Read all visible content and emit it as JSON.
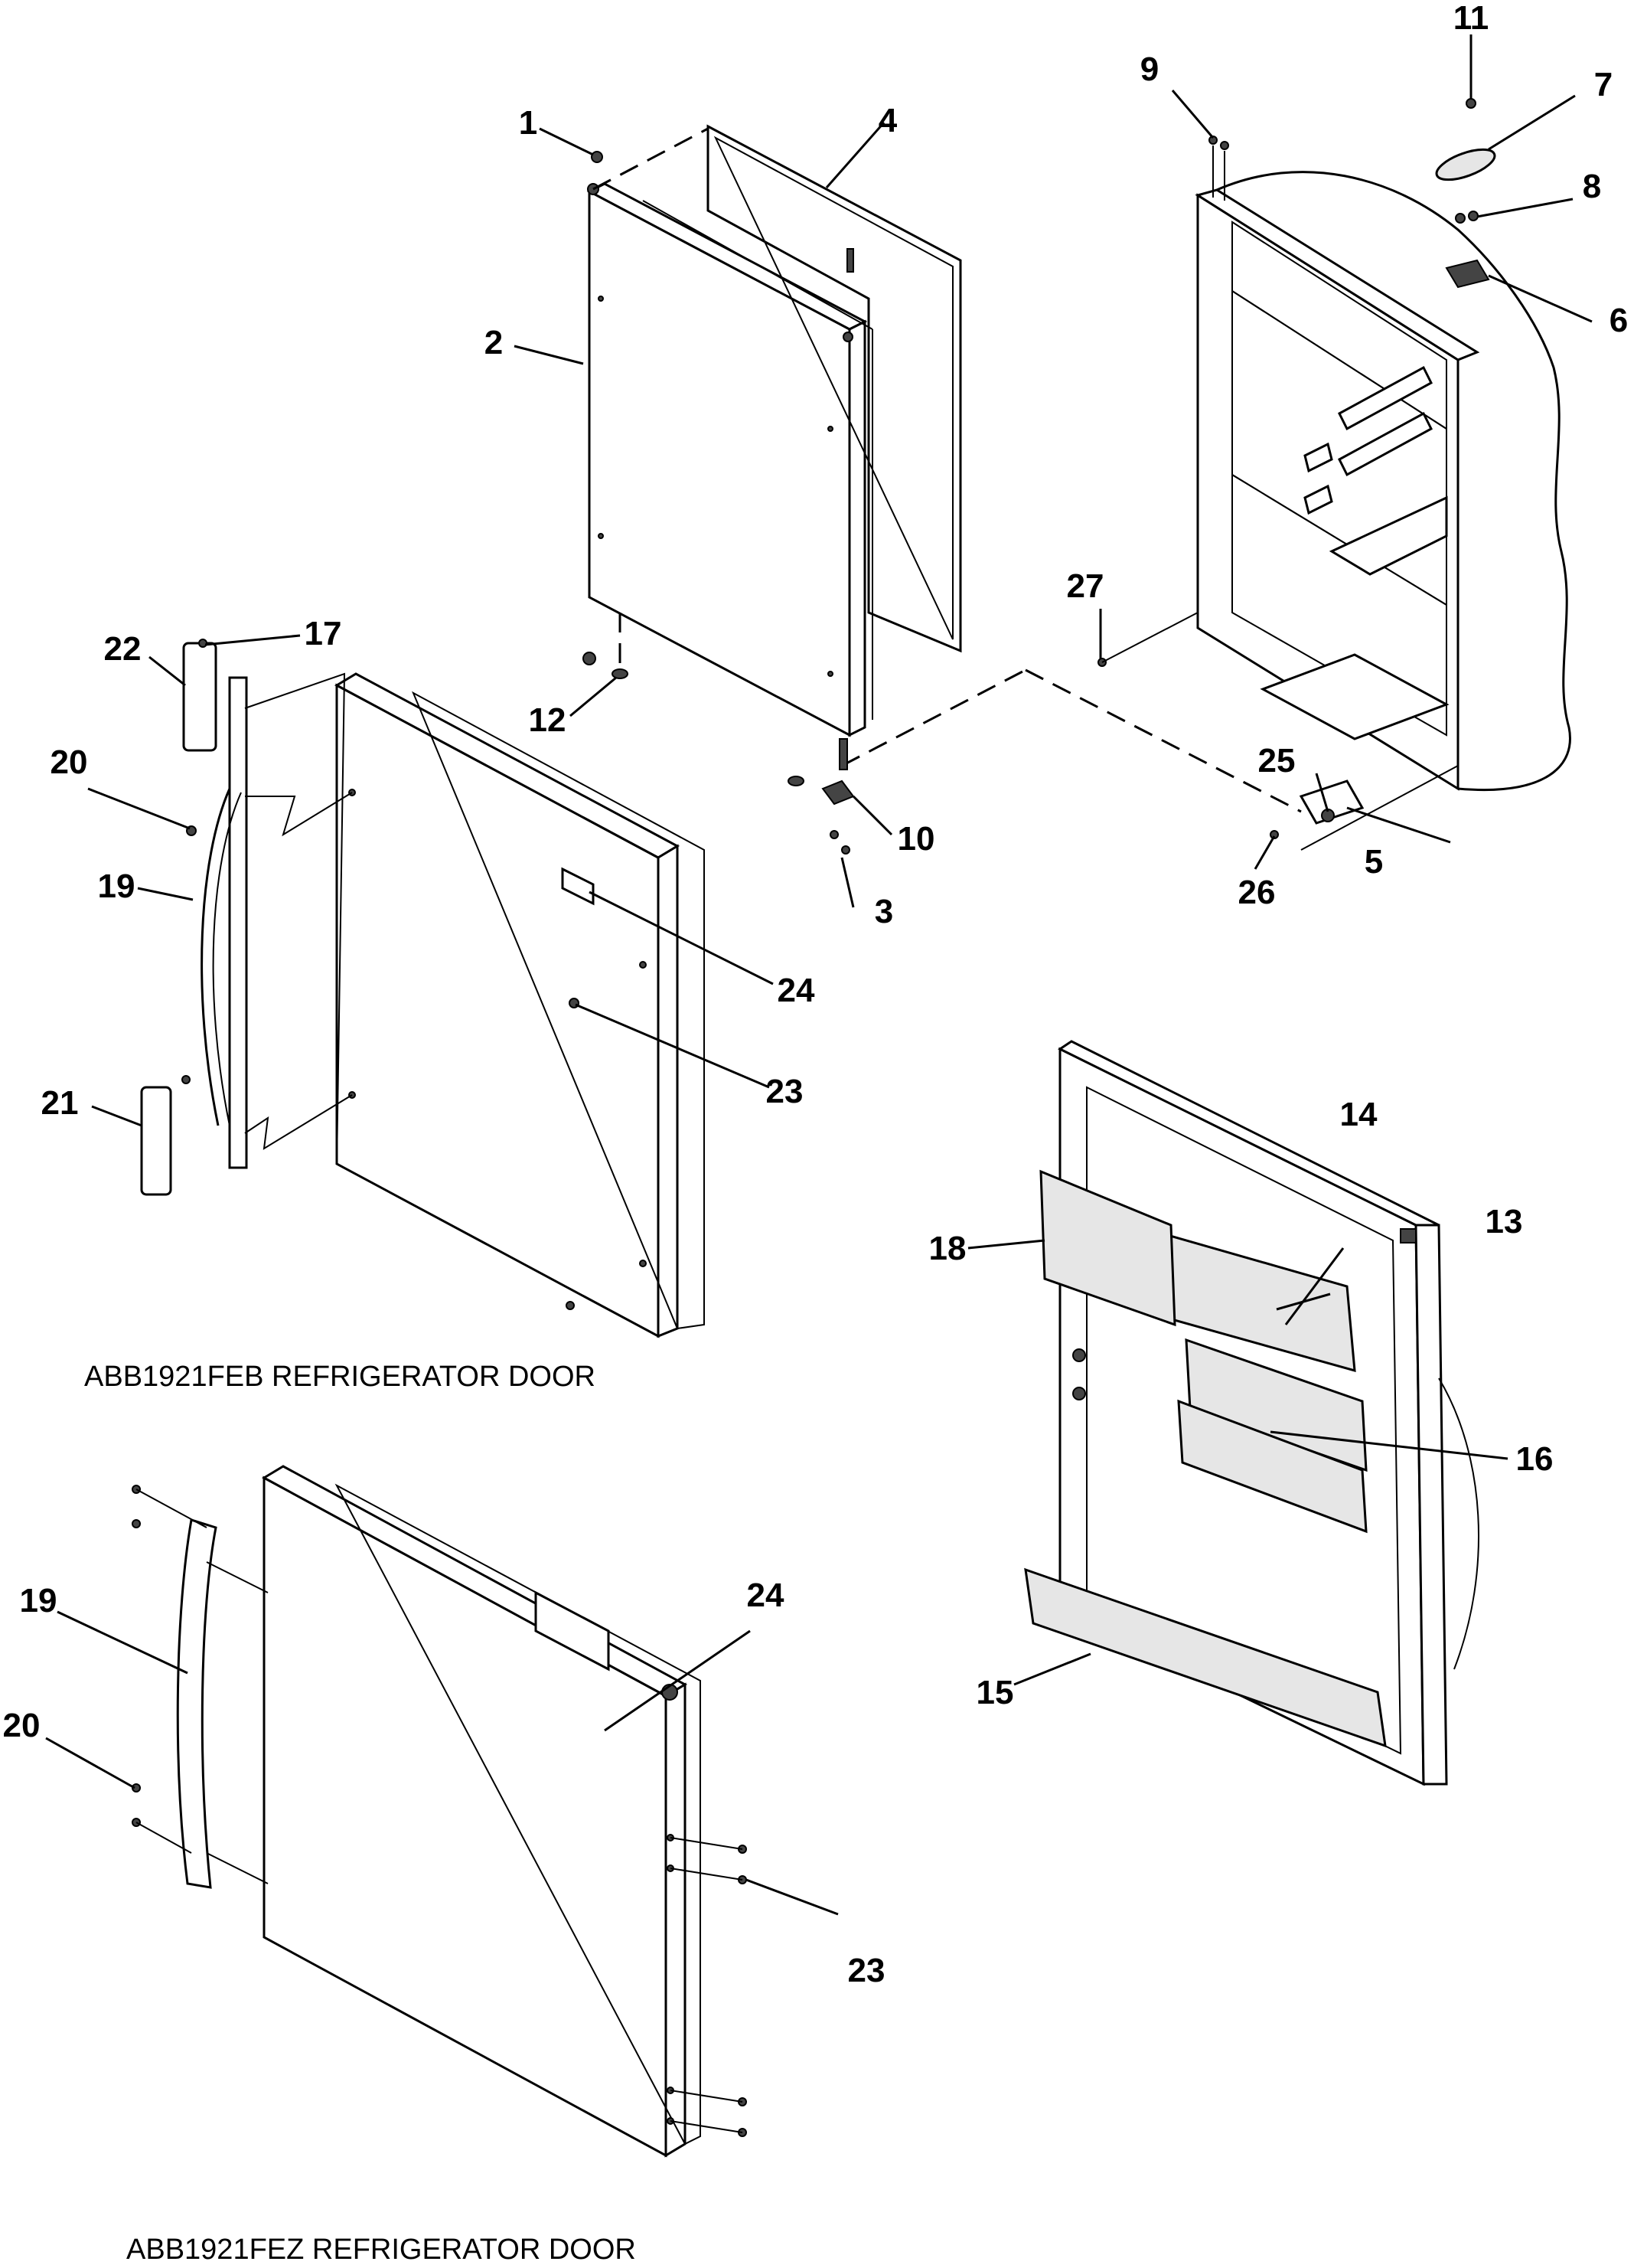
{
  "captions": {
    "feb": "ABB1921FEB REFRIGERATOR DOOR",
    "fez": "ABB1921FEZ REFRIGERATOR DOOR"
  },
  "callouts": {
    "c1": "1",
    "c2": "2",
    "c3": "3",
    "c4": "4",
    "c5": "5",
    "c6": "6",
    "c7": "7",
    "c8": "8",
    "c9": "9",
    "c10": "10",
    "c11": "11",
    "c12": "12",
    "c13": "13",
    "c14": "14",
    "c15": "15",
    "c16": "16",
    "c17": "17",
    "c18": "18",
    "c19": "19",
    "c20": "20",
    "c21": "21",
    "c22": "22",
    "c23": "23",
    "c24": "24",
    "c25": "25",
    "c26": "26",
    "c27": "27",
    "c19b": "19",
    "c20b": "20",
    "c23b": "23",
    "c24b": "24"
  }
}
